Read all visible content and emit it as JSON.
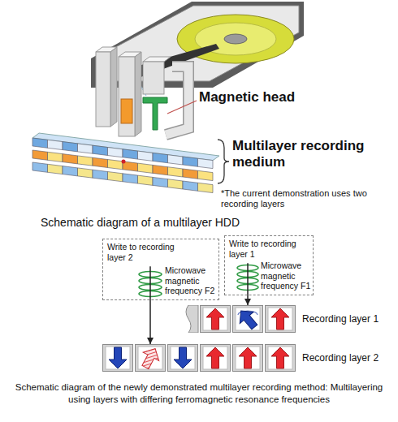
{
  "diagram": {
    "caption": "Schematic diagram of the newly demonstrated multilayer recording method: Multilayering using layers with differing ferromagnetic resonance frequencies",
    "nodes": [
      {
        "text": [
          "Write to recording layer 2",
          "Microwave magnetic frequency F2"
        ]
      },
      {
        "text": [
          "Write to recording layer 1",
          "Microwave magnetic frequency F1"
        ]
      },
      {
        "text": [
          "Recording layer 1"
        ]
      },
      {
        "text": [
          "Recording layer 2"
        ]
      }
    ],
    "edges": [
      {
        "from": 0,
        "to": 3,
        "arrow": "to"
      },
      {
        "from": 1,
        "to": 2,
        "arrow": "to"
      }
    ],
    "labels": [
      "Magnetic head",
      "Multilayer recording medium",
      "*The current demonstration uses two recording layers",
      "Schematic diagram of a multilayer HDD"
    ]
  }
}
